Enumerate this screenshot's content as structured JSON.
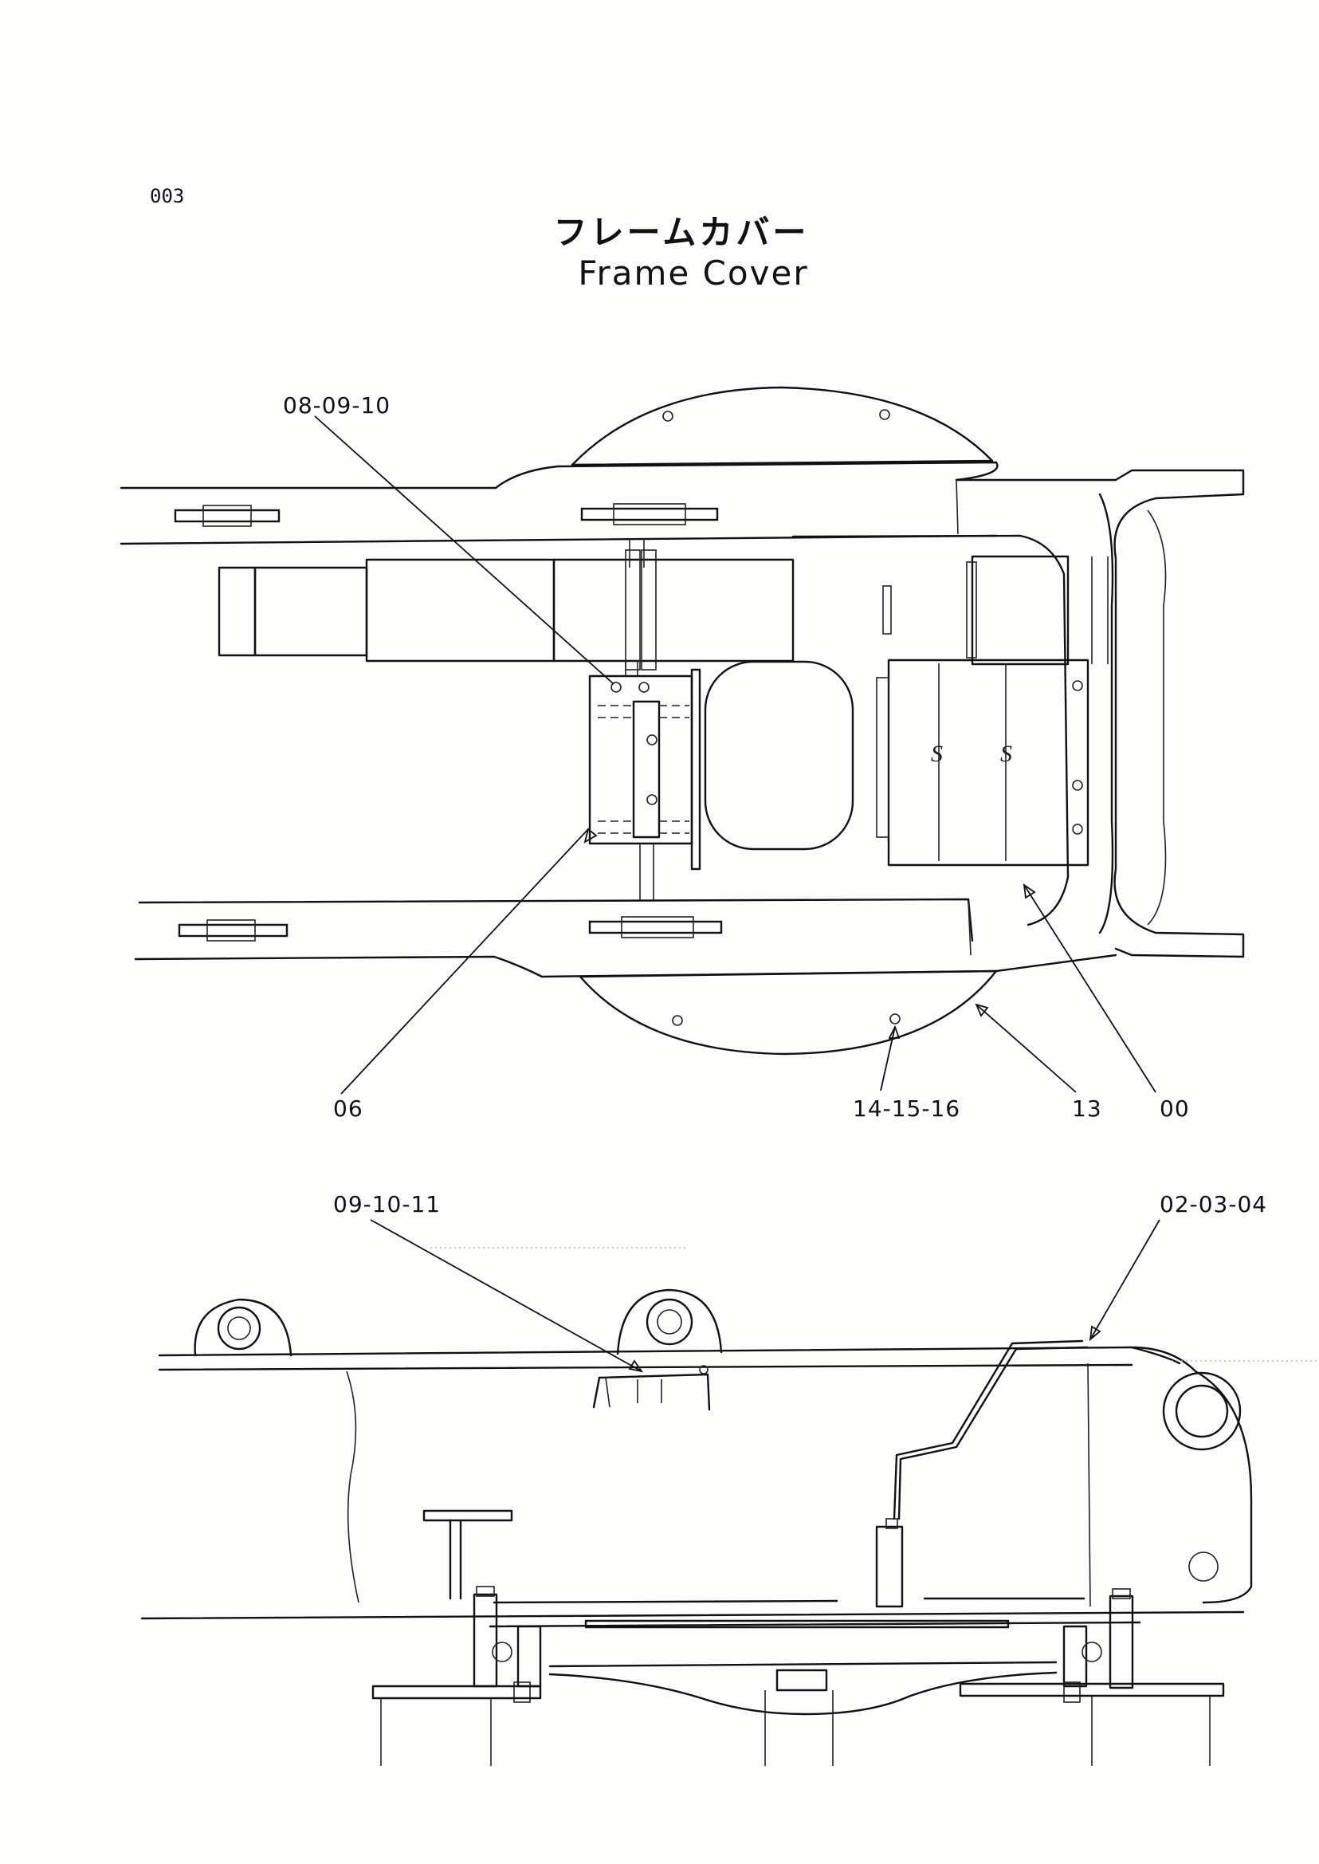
{
  "page_number": "003",
  "title": {
    "japanese": "フレームカバー",
    "english": "Frame Cover"
  },
  "top_view": {
    "callouts": [
      "08-09-10",
      "06",
      "14-15-16",
      "13",
      "00"
    ]
  },
  "side_view": {
    "callouts": [
      "09-10-11",
      "02-03-04"
    ]
  },
  "cover_marks": [
    "S",
    "S"
  ]
}
